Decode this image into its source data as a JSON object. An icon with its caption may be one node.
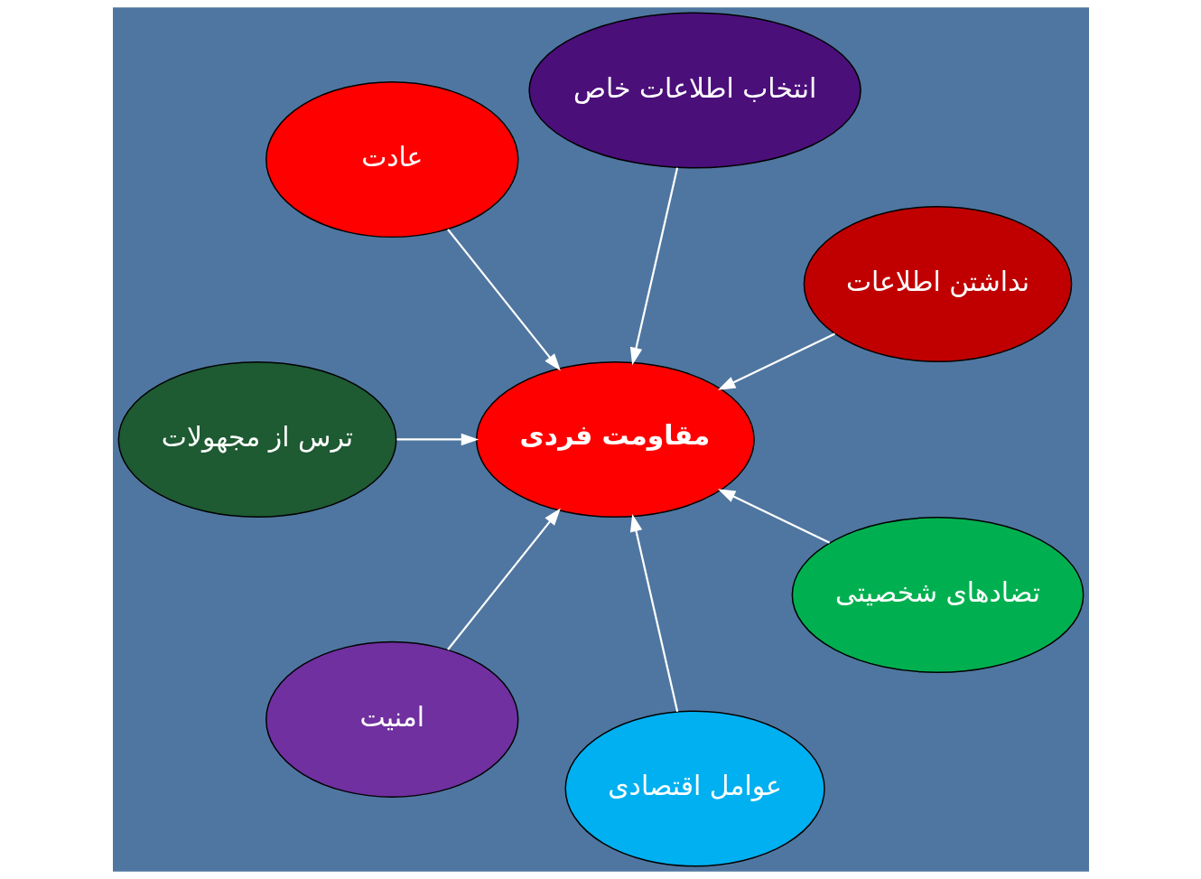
{
  "diagram": {
    "nodes": [
      {
        "text": [
          "نداشتن اطلاعات"
        ]
      },
      {
        "text": [
          "انتخاب اطلاعات خاص"
        ]
      },
      {
        "text": [
          "عادت"
        ]
      },
      {
        "text": [
          "مقاومت فردی"
        ]
      },
      {
        "text": [
          "ترس از مجهولات"
        ]
      },
      {
        "text": [
          "امنیت"
        ]
      },
      {
        "text": [
          "عوامل اقتصادی"
        ]
      },
      {
        "text": [
          "تضادهای شخصیتی"
        ]
      }
    ],
    "edges": [
      {
        "from": 0,
        "to": 3,
        "arrow": "to"
      },
      {
        "from": 1,
        "to": 3,
        "arrow": "to"
      },
      {
        "from": 2,
        "to": 3,
        "arrow": "to"
      },
      {
        "from": 4,
        "to": 3,
        "arrow": "to"
      },
      {
        "from": 5,
        "to": 3,
        "arrow": "to"
      },
      {
        "from": 6,
        "to": 3,
        "arrow": "to"
      },
      {
        "from": 7,
        "to": 3,
        "arrow": "to"
      }
    ]
  }
}
